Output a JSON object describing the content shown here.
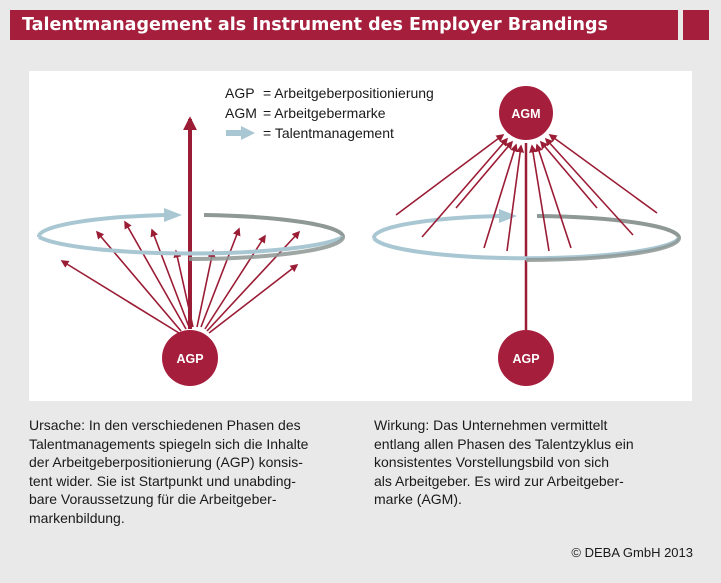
{
  "title": "Talentmanagement als Instrument des Employer Brandings",
  "legend": {
    "agp_abbr": "AGP",
    "agp_text": "= Arbeitgeberpositionierung",
    "agm_abbr": "AGM",
    "agm_text": "= Arbeitgebermarke",
    "arrow_text": "= Talentmanagement",
    "arrow_icon": "light-blue-arrow-icon"
  },
  "left_diagram": {
    "node_label": "AGP"
  },
  "right_diagram": {
    "top_node_label": "AGM",
    "bottom_node_label": "AGP"
  },
  "captions": {
    "left": "Ursache: In den verschiedenen Phasen des\nTalentmanagements spiegeln sich die Inhalte\nder Arbeitgeberpositionierung (AGP) konsis-\ntent wider. Sie ist Startpunkt und unabding-\nbare Voraussetzung für die Arbeitgeber-\nmarkenbildung.",
    "right": "Wirkung: Das Unternehmen vermittelt\nentlang allen Phasen des Talentzyklus ein\nkonsistentes Vorstellungsbild von sich\nals Arbeitgeber. Es wird zur Arbeitgeber-\nmarke (AGM)."
  },
  "copyright": "© DEBA GmbH 2013",
  "colors": {
    "brand_red": "#a51f3d",
    "ring_blue": "#a9c7d3",
    "ring_gray": "#8e9894",
    "arrow_red": "#9b1c35"
  }
}
